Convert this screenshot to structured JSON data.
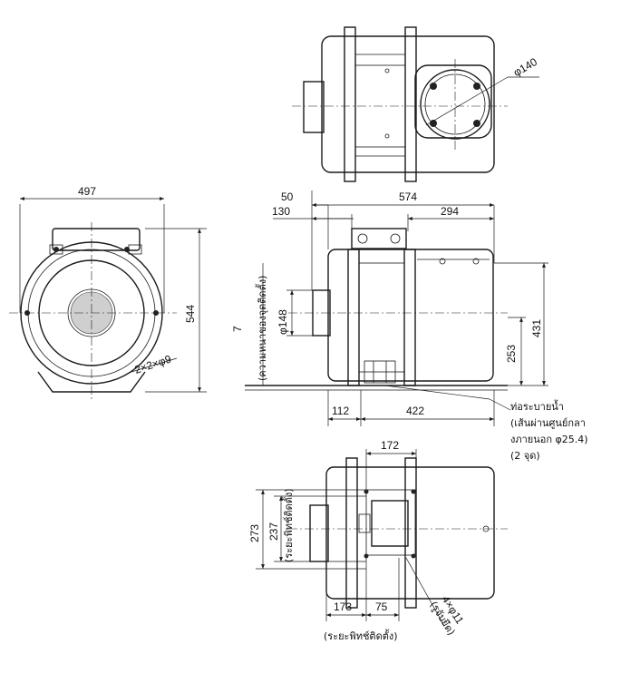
{
  "dimensions": {
    "w497": "497",
    "h544": "544",
    "holes_front": "2×2×φ9",
    "d50": "50",
    "d130": "130",
    "d574": "574",
    "d294": "294",
    "d7": "7",
    "phi148": "φ148",
    "h431": "431",
    "h253": "253",
    "d112": "112",
    "d422": "422",
    "phi140": "φ140",
    "d172": "172",
    "h273": "273",
    "h237": "237",
    "d173": "173",
    "d75": "75",
    "holes_bottom": "4×φ11"
  },
  "labels": {
    "ceiling_thickness": "(ความหนาของจุดติดตั้ง)",
    "install_pitch_v": "(ระยะพิทช์ติดตั้ง)",
    "install_pitch_h": "(ระยะพิทช์ติดตั้ง)",
    "bolt_hole": "(รูจับยึด)",
    "drain_title": "ท่อระบายน้ำ",
    "drain_line1": "(เส้นผ่านศูนย์กลา",
    "drain_line2": "งภายนอก φ25.4)",
    "drain_line3": "(2 จุด)"
  }
}
